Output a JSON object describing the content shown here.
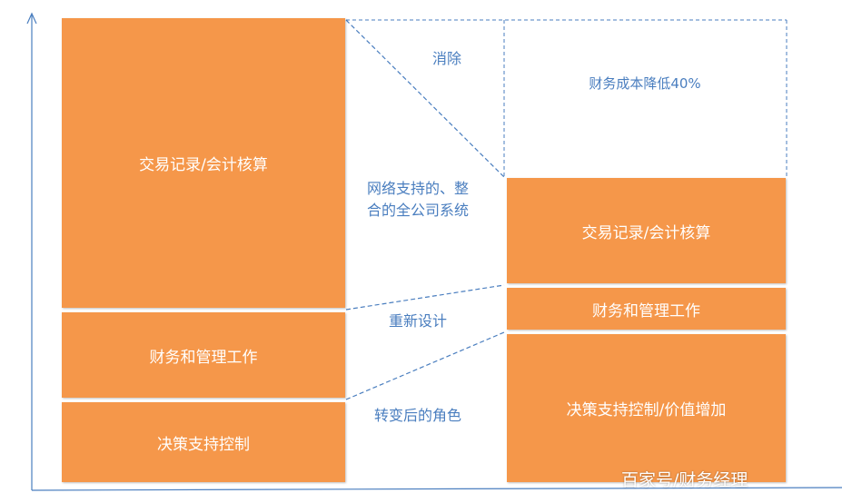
{
  "colors": {
    "block_fill": "#f5974a",
    "block_text": "#ffffff",
    "label_text": "#4a7ebf",
    "line": "#4a7ebf"
  },
  "left_stack": {
    "transaction": "交易记录/会计核算",
    "finance_mgmt": "财务和管理工作",
    "decision": "决策支持控制"
  },
  "right_stack": {
    "cost_reduction": "财务成本降低40%",
    "transaction": "交易记录/会计核算",
    "finance_mgmt": "财务和管理工作",
    "decision_value": "决策支持控制/价值增加"
  },
  "middle_labels": {
    "eliminate": "消除",
    "network_line1": "网络支持的、整",
    "network_line2": "合的全公司系统",
    "redesign": "重新设计",
    "transformed_role": "转变后的角色"
  },
  "watermark": "百家号/财务经理"
}
